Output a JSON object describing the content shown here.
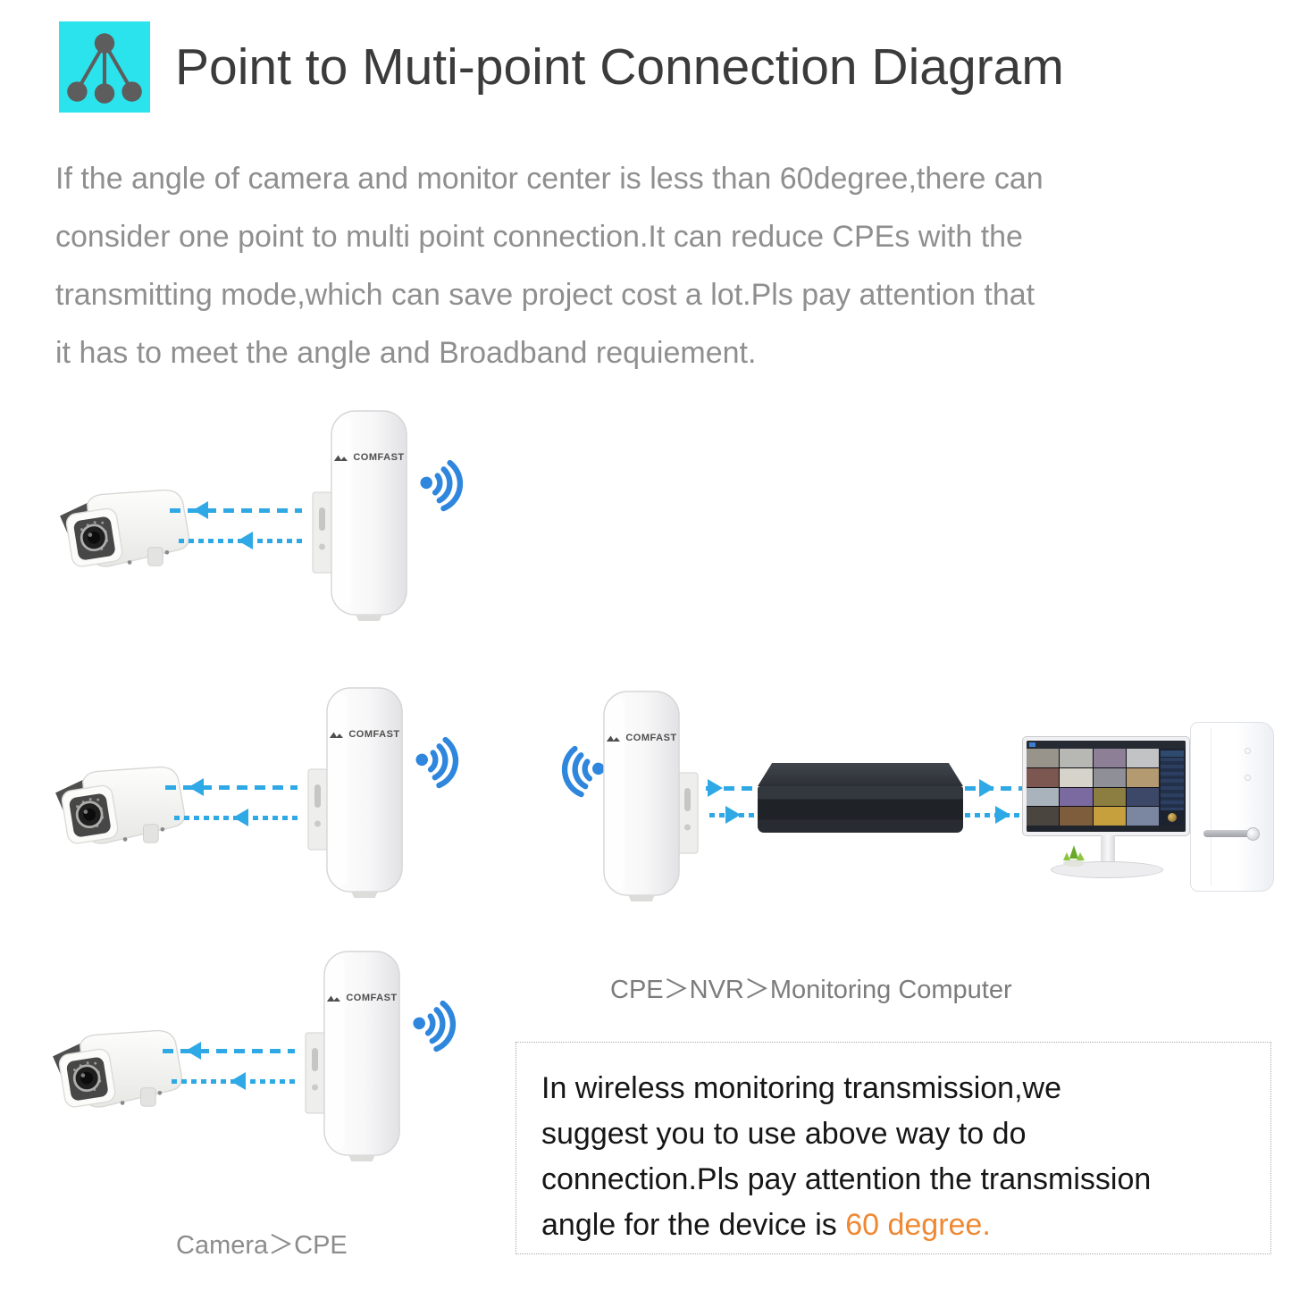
{
  "header": {
    "title": "Point to Muti-point Connection Diagram"
  },
  "intro": {
    "lines": [
      "If the angle of camera and monitor center is less than 60degree,there can",
      "consider one point to multi point connection.It can reduce CPEs with the",
      "transmitting mode,which can save project cost a lot.Pls pay attention that",
      "it has to meet the angle and Broadband requiement."
    ]
  },
  "device": {
    "cpe_brand": "COMFAST"
  },
  "left_group": {
    "caption": "Camera＞CPE"
  },
  "right_group": {
    "caption": "CPE＞NVR＞Monitoring Computer"
  },
  "note": {
    "lines": [
      "In wireless monitoring transmission,we",
      "suggest you to use above way to do",
      "connection.Pls pay attention the transmission"
    ],
    "last_line_prefix": "angle for the device is ",
    "highlight": "60 degree."
  },
  "colors": {
    "icon_cyan": "#2be3ec",
    "arrow_blue": "#2ea9e6",
    "wifi_blue": "#2e86dd",
    "note_highlight": "#ee8833"
  }
}
